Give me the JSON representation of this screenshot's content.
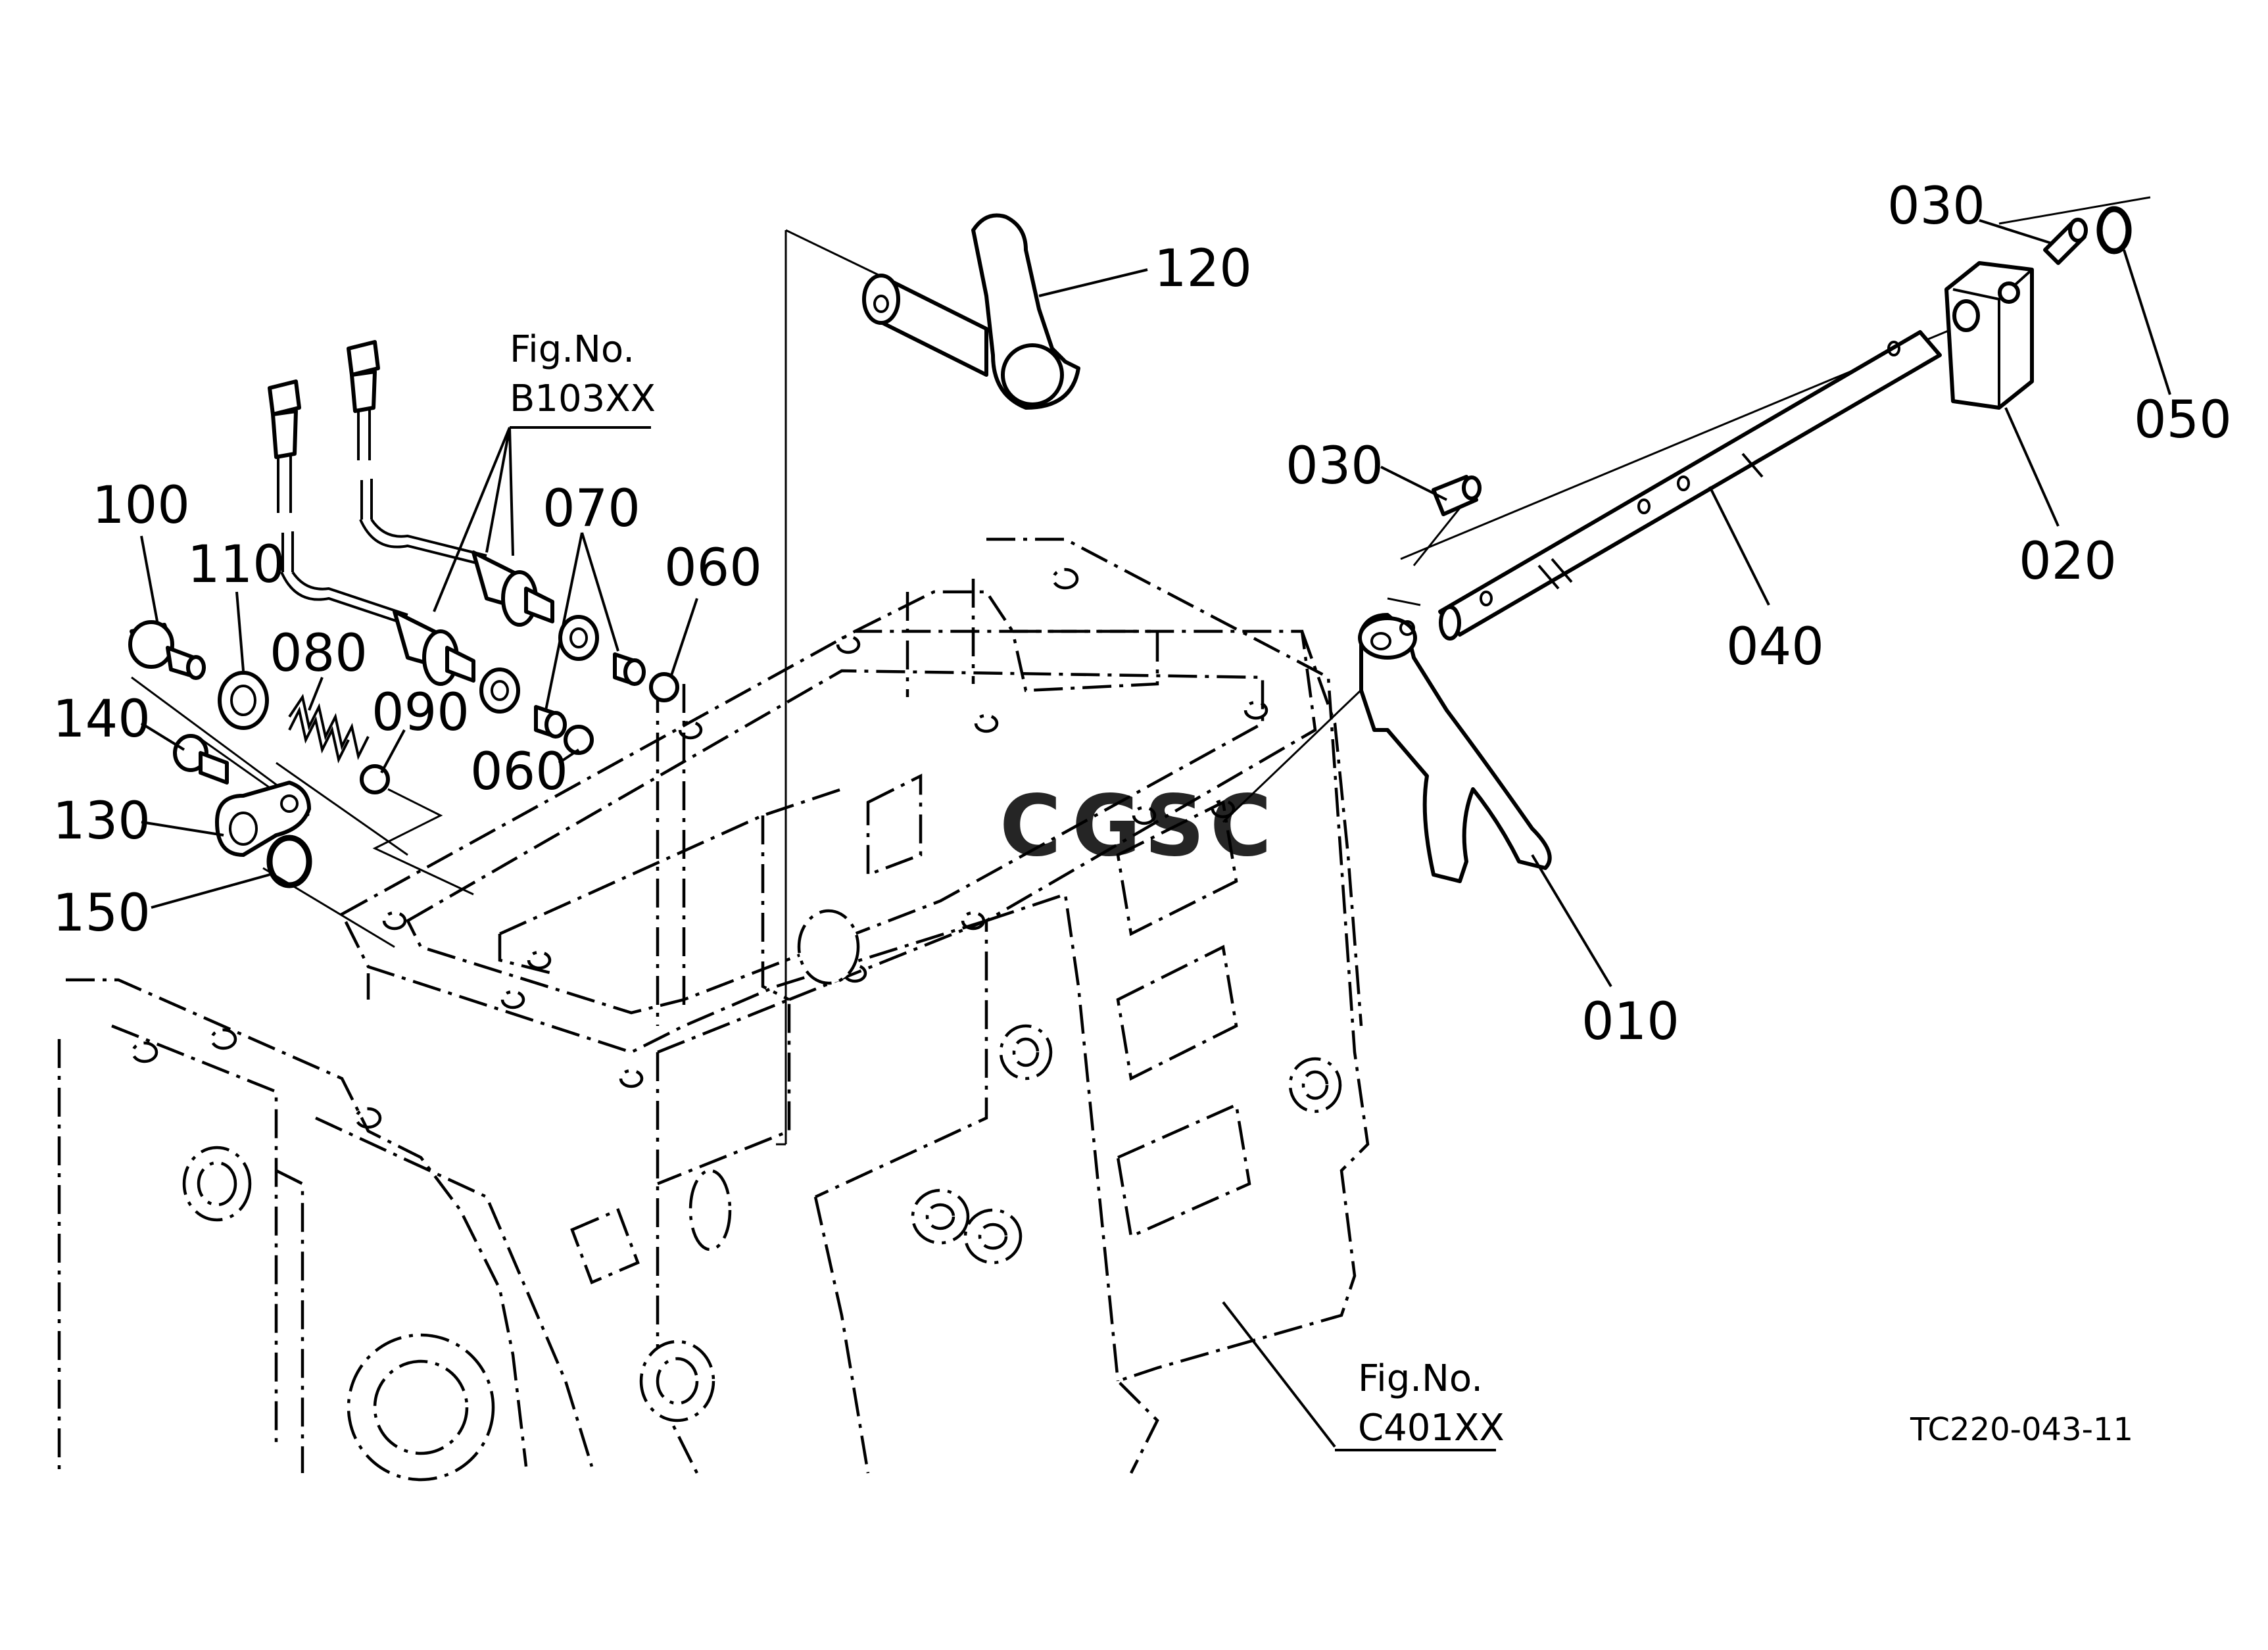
{
  "diagram": {
    "part_labels": {
      "p010": "010",
      "p020": "020",
      "p030a": "030",
      "p030b": "030",
      "p040": "040",
      "p050": "050",
      "p060a": "060",
      "p060b": "060",
      "p070": "070",
      "p080": "080",
      "p090": "090",
      "p100": "100",
      "p110": "110",
      "p120": "120",
      "p130": "130",
      "p140": "140",
      "p150": "150"
    },
    "figure_refs": {
      "b103": {
        "line1": "Fig.No.",
        "line2": "B103XX"
      },
      "c401": {
        "line1": "Fig.No.",
        "line2": "C401XX"
      }
    },
    "drawing_code": "TC220-043-11",
    "watermark": {
      "letters": [
        "C",
        "G",
        "S",
        "C"
      ],
      "colors": [
        "#6f8fe6",
        "#e97b78",
        "#f3cf4a",
        "#5db58a"
      ]
    }
  }
}
